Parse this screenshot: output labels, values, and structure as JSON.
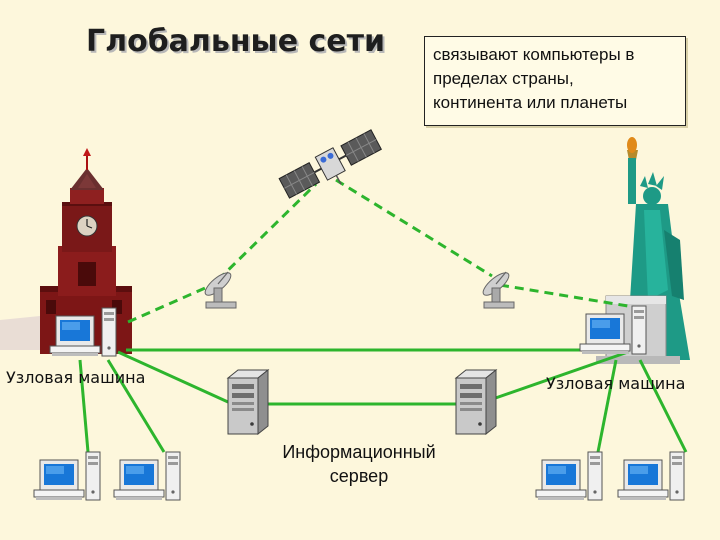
{
  "title": "Глобальные сети",
  "description_lines": [
    "связывают компьютеры в",
    "пределах страны,",
    "континента или планеты"
  ],
  "labels": {
    "node_left": "Узловая машина",
    "node_right": "Узловая машина",
    "server_line1": "Информационный",
    "server_line2": "сервер"
  },
  "colors": {
    "background": "#fdf7dc",
    "network_link": "#2db52d",
    "wireless_link": "#2db52d",
    "kremlin": "#8b1c1c",
    "statue": "#1e9a86"
  },
  "icons": [
    "kremlin-tower-icon",
    "satellite-icon",
    "satellite-dish-icon",
    "computer-icon",
    "server-icon",
    "statue-of-liberty-icon"
  ]
}
